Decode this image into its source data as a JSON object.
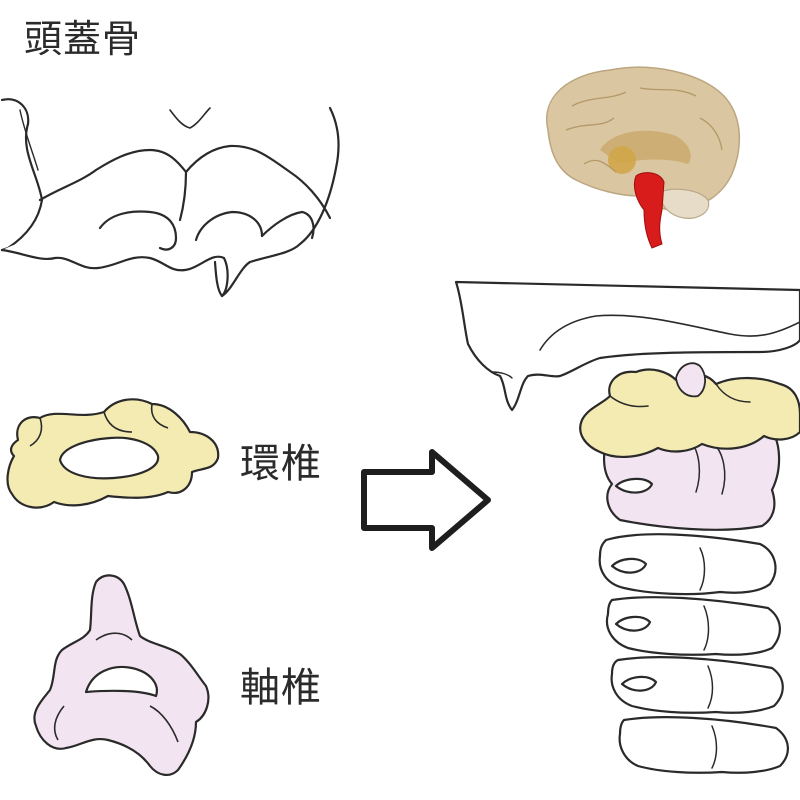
{
  "labels": {
    "skull": "頭蓋骨",
    "atlas": "環椎",
    "axis": "軸椎"
  },
  "colors": {
    "atlas_fill": "#f4ebb2",
    "axis_fill": "#f3e4f2",
    "outline": "#2a2a2a",
    "brain_fill": "#d9c49c",
    "brainstem_fill": "#d81c1c",
    "arrow_fill": "#ffffff"
  },
  "icons": {
    "arrow": "right-arrow-icon",
    "brain": "brain-icon"
  }
}
